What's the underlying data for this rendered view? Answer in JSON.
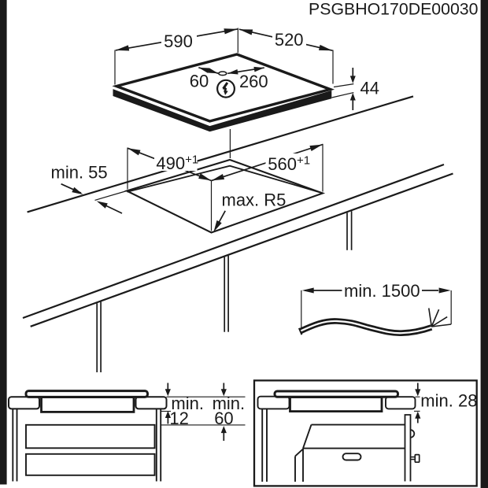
{
  "document": {
    "code": "PSGBHO170DE00030",
    "type": "hob-installation-diagram"
  },
  "colors": {
    "ink": "#1a1a1a",
    "background": "#ffffff"
  },
  "hob": {
    "width": "590",
    "depth": "520",
    "height": "44",
    "connection_offset_left": "60",
    "connection_offset_right": "260",
    "connection_symbol": "lightning-bolt-icon"
  },
  "cutout": {
    "depth": "490",
    "depth_tolerance": "+1",
    "width": "560",
    "width_tolerance": "+1",
    "rear_clearance": "min. 55",
    "corner_radius": "max. R5"
  },
  "cable": {
    "length": "min. 1500"
  },
  "cabinet_section": {
    "worktop_label": "min.",
    "worktop_value": "12",
    "drawer_label": "min.",
    "drawer_value": "60"
  },
  "oven_section": {
    "clearance": "min. 28"
  }
}
